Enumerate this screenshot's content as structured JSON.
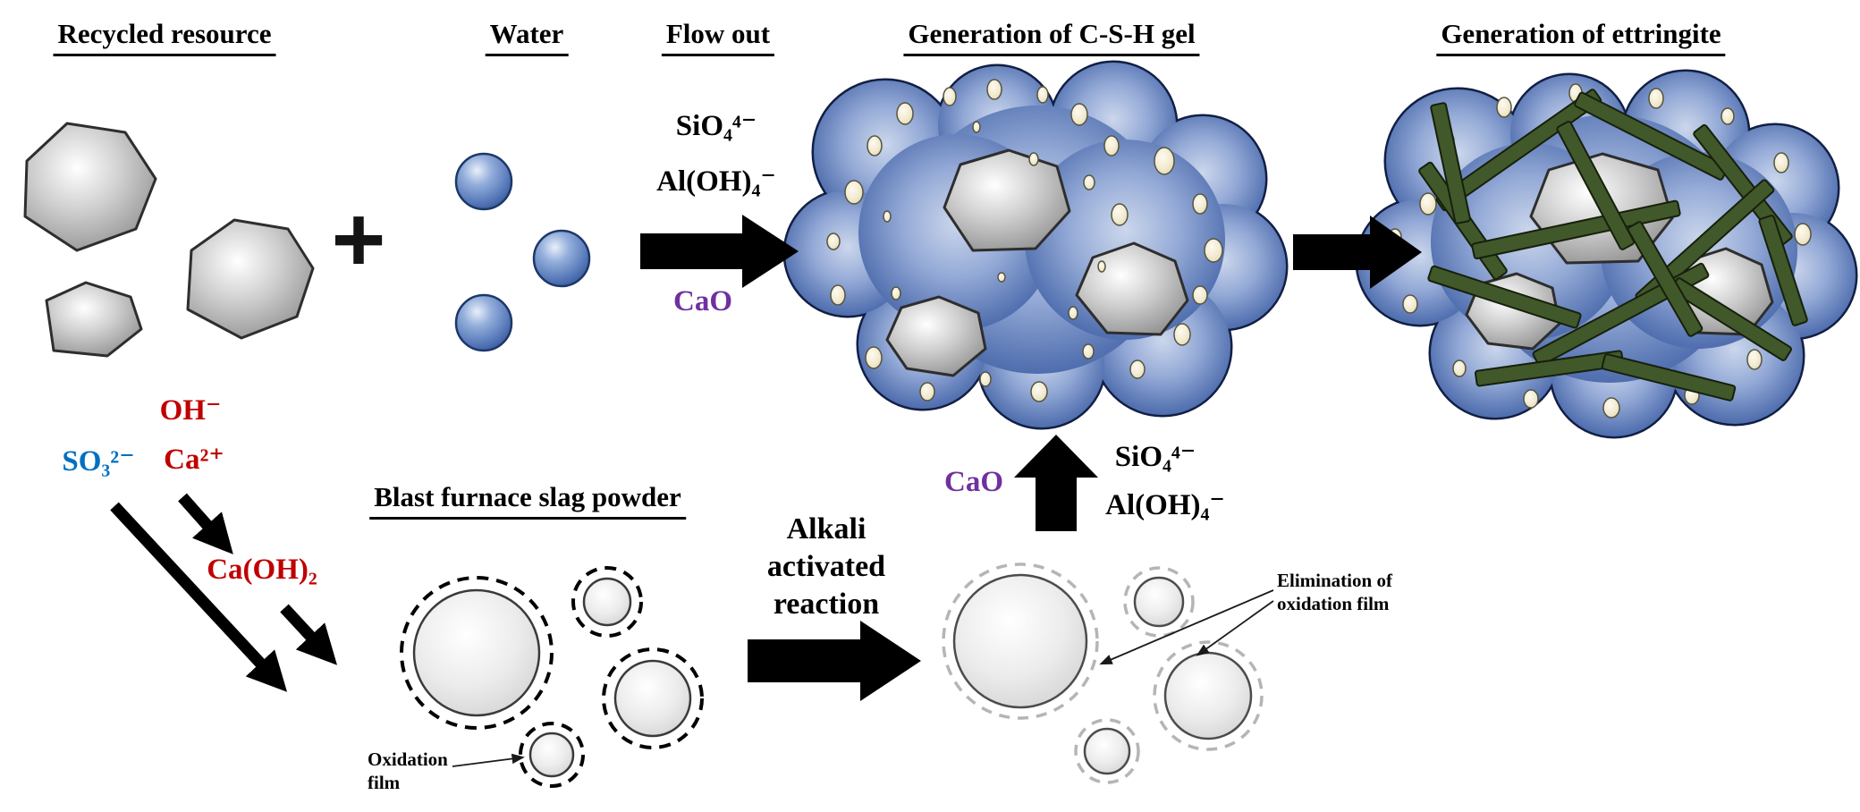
{
  "figure": {
    "titles": {
      "recycled_resource": "Recycled resource",
      "water": "Water",
      "flow_out": "Flow out",
      "csh_gel": "Generation of C-S-H gel",
      "ettringite": "Generation of ettringite",
      "slag_powder": "Blast furnace slag powder"
    },
    "operators": {
      "plus": "+"
    },
    "chem_labels": {
      "sio4_top": "SiO₄⁴⁻",
      "aloh4_top": "Al(OH)₄⁻",
      "cao_top": "CaO",
      "oh_minus": "OH⁻",
      "ca_2plus": "Ca²⁺",
      "so3_2minus": "SO₃²⁻",
      "ca_oh_2": "Ca(OH)₂",
      "cao_mid": "CaO",
      "sio4_mid": "SiO₄⁴⁻",
      "aloh4_mid": "Al(OH)₄⁻"
    },
    "process_labels": {
      "alkali_line1": "Alkali",
      "alkali_line2": "activated",
      "alkali_line3": "reaction"
    },
    "annotations": {
      "oxidation_film_line1": "Oxidation",
      "oxidation_film_line2": "film",
      "elimination_line1": "Elimination of",
      "elimination_line2": "oxidation film"
    },
    "colors": {
      "text_black": "#000000",
      "text_red": "#c00000",
      "text_blue": "#0070c0",
      "text_purple": "#7030a0",
      "water_sphere_blue": "#6688c4",
      "gel_cloud_blue": "#3a5898",
      "pore_cream": "#f2ead0",
      "ettringite_rod_green": "#41582a",
      "aggregate_gray": "#b5b5b5"
    }
  }
}
